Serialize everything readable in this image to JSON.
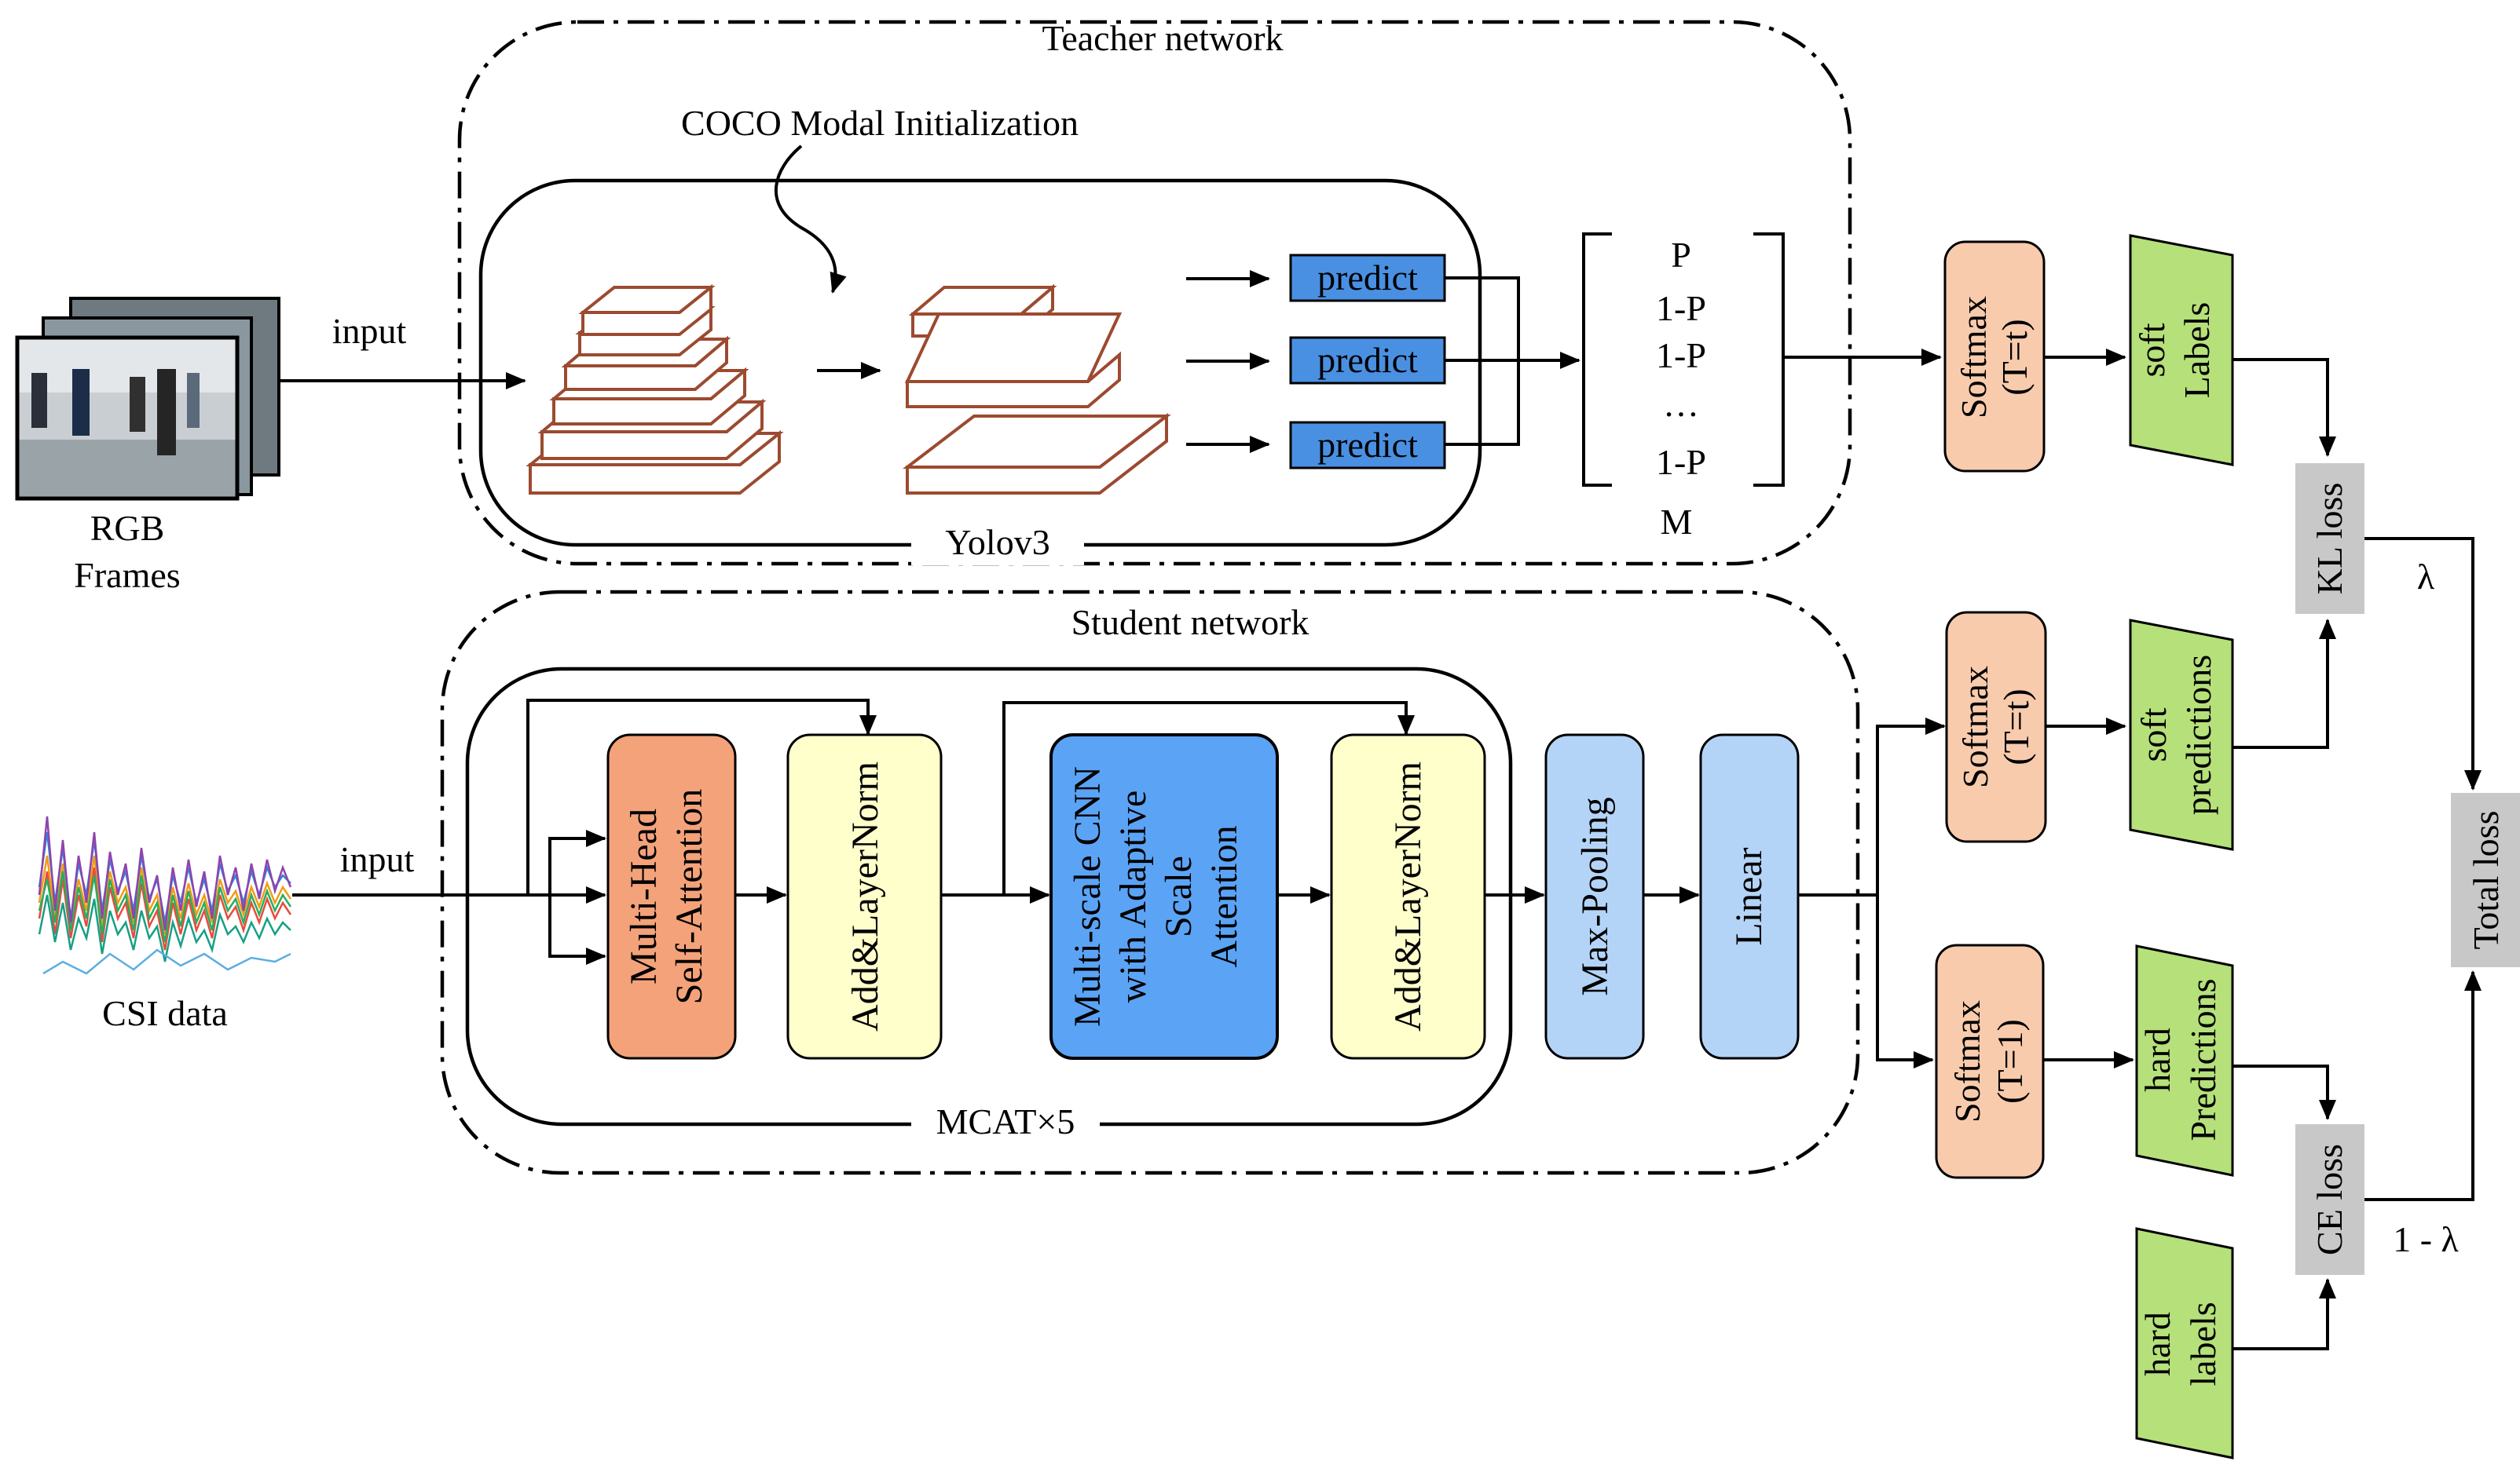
{
  "teacher": {
    "title": "Teacher network",
    "init_label": "COCO Modal Initialization",
    "backbone_label": "Yolov3",
    "predict_labels": [
      "predict",
      "predict",
      "predict"
    ],
    "prob_vector": [
      "P",
      "1-P",
      "1-P",
      "…",
      "1-P"
    ],
    "prob_caption": "M",
    "softmax": [
      "Softmax",
      "(T=t)"
    ],
    "soft_labels": [
      "soft",
      "Labels"
    ]
  },
  "student": {
    "title": "Student network",
    "mcat_label": "MCAT×5",
    "mhsa": [
      "Multi-Head",
      "Self-Attention"
    ],
    "addnorm1": "Add&LayerNorm",
    "mscnn": [
      "Multi-scale CNN",
      "with Adaptive",
      "Scale",
      "Attention"
    ],
    "addnorm2": "Add&LayerNorm",
    "maxpool": "Max-Pooling",
    "linear": "Linear",
    "softmax_t": [
      "Softmax",
      "(T=t)"
    ],
    "soft_predictions": [
      "soft",
      "predictions"
    ],
    "softmax_1": [
      "Softmax",
      "(T=1)"
    ],
    "hard_predictions": [
      "hard",
      "Predictions"
    ]
  },
  "inputs": {
    "rgb_input_label": "input",
    "rgb_caption": [
      "RGB",
      "Frames"
    ],
    "csi_input_label": "input",
    "csi_caption": "CSI data"
  },
  "losses": {
    "kl": "KL loss",
    "ce": "CE loss",
    "total": "Total loss",
    "lambda": "λ",
    "one_minus_lambda": "1 - λ",
    "hard_labels": [
      "hard",
      "labels"
    ]
  },
  "colors": {
    "softmax_fill": "#f8cbad",
    "parallelogram_fill": "#b6e07a",
    "predict_fill": "#4a90e2",
    "mhsa_fill": "#f4a27a",
    "addnorm_fill": "#ffffcc",
    "mscnn_fill": "#5ba3f5",
    "pool_fill": "#b4d4f7",
    "loss_fill": "#c8c8c8",
    "pyramid_stroke": "#9c4a30"
  },
  "icons": [
    "rgb-frames-image",
    "csi-waveform-image"
  ]
}
